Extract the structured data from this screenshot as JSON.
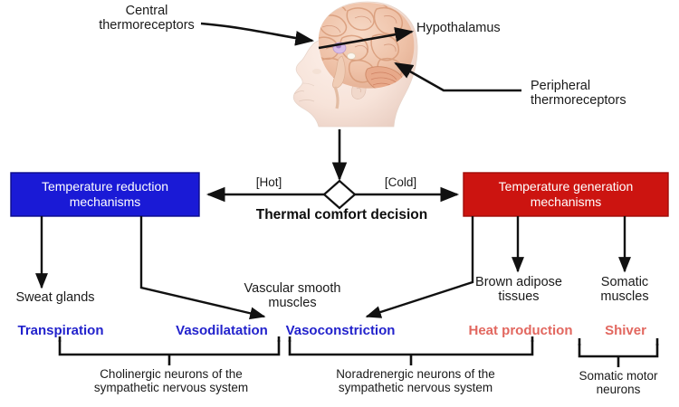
{
  "diagram": {
    "title": "Thermoregulation control flow diagram",
    "colors": {
      "cold_box": "#cc1410",
      "hot_box": "#1a1ad6",
      "blue_text": "#2222cc",
      "red_text": "#e2675f",
      "line": "#111111",
      "background": "#ffffff"
    }
  },
  "annotations": {
    "central_thermoreceptors": "Central\nthermoreceptors",
    "hypothalamus": "Hypothalamus",
    "peripheral_thermoreceptors": "Peripheral\nthermoreceptors"
  },
  "decision": {
    "label": "Thermal comfort decision",
    "branch_hot": "[Hot]",
    "branch_cold": "[Cold]"
  },
  "boxes": {
    "reduction": "Temperature reduction\nmechanisms",
    "generation": "Temperature generation\nmechanisms"
  },
  "effectors": [
    {
      "organ": "Sweat glands",
      "response": "Transpiration",
      "tone": "blue"
    },
    {
      "organ": "Vascular smooth\nmuscles",
      "response": "Vasodilatation",
      "tone": "blue"
    },
    {
      "organ": "",
      "response": "Vasoconstriction",
      "tone": "blue"
    },
    {
      "organ": "Brown adipose\ntissues",
      "response": "Heat production",
      "tone": "red"
    },
    {
      "organ": "Somatic\nmuscles",
      "response": "Shiver",
      "tone": "red"
    }
  ],
  "pathways": [
    "Cholinergic neurons of the\nsympathetic nervous system",
    "Noradrenergic neurons of the\nsympathetic nervous system",
    "Somatic motor\nneurons"
  ],
  "icons": {
    "head_brain": "head-brain-anatomy-image",
    "decision_diamond": "decision-diamond-icon"
  }
}
